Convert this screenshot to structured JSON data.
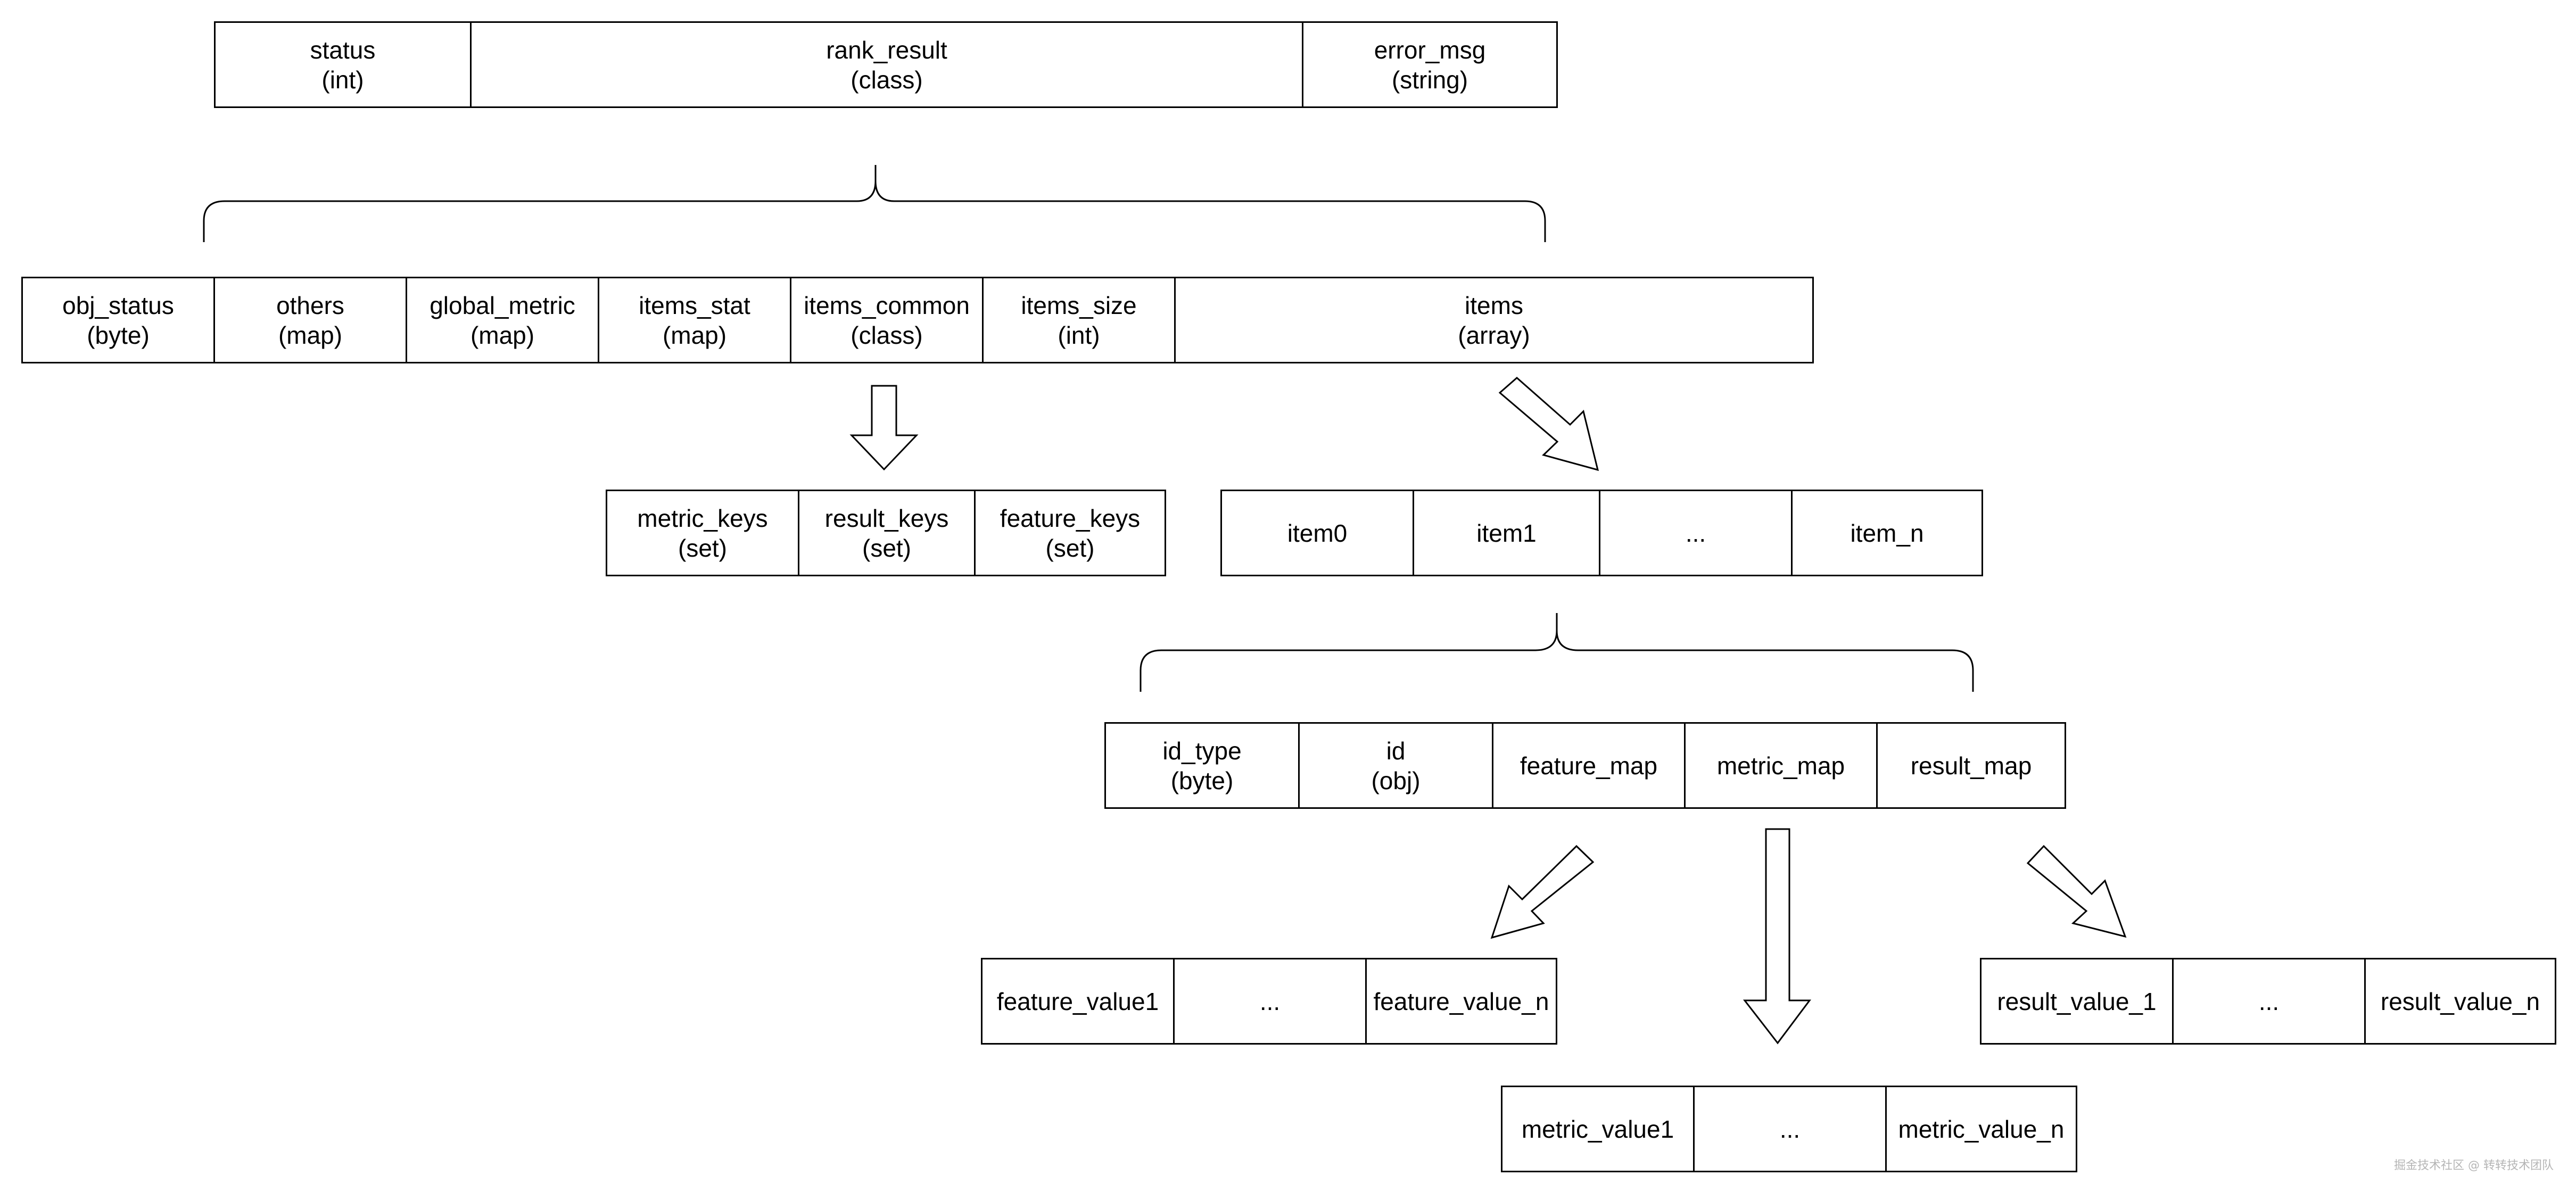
{
  "top": {
    "status": {
      "name": "status",
      "type": "(int)"
    },
    "rank_result": {
      "name": "rank_result",
      "type": "(class)"
    },
    "error_msg": {
      "name": "error_msg",
      "type": "(string)"
    }
  },
  "rank_result_fields": {
    "obj_status": {
      "name": "obj_status",
      "type": "(byte)"
    },
    "others": {
      "name": "others",
      "type": "(map)"
    },
    "global_metric": {
      "name": "global_metric",
      "type": "(map)"
    },
    "items_stat": {
      "name": "items_stat",
      "type": "(map)"
    },
    "items_common": {
      "name": "items_common",
      "type": "(class)"
    },
    "items_size": {
      "name": "items_size",
      "type": "(int)"
    },
    "items": {
      "name": "items",
      "type": "(array)"
    }
  },
  "items_common_fields": {
    "metric_keys": {
      "name": "metric_keys",
      "type": "(set)"
    },
    "result_keys": {
      "name": "result_keys",
      "type": "(set)"
    },
    "feature_keys": {
      "name": "feature_keys",
      "type": "(set)"
    }
  },
  "items_array": {
    "item0": "item0",
    "item1": "item1",
    "ellipsis": "...",
    "item_n": "item_n"
  },
  "item_fields": {
    "id_type": {
      "name": "id_type",
      "type": "(byte)"
    },
    "id": {
      "name": "id",
      "type": "(obj)"
    },
    "feature_map": "feature_map",
    "metric_map": "metric_map",
    "result_map": "result_map"
  },
  "feature_values": {
    "first": "feature_value1",
    "ellipsis": "...",
    "last": "feature_value_n"
  },
  "metric_values": {
    "first": "metric_value1",
    "ellipsis": "...",
    "last": "metric_value_n"
  },
  "result_values": {
    "first": "result_value_1",
    "ellipsis": "...",
    "last": "result_value_n"
  },
  "watermark": "掘金技术社区 @ 转转技术团队",
  "colors": {
    "stroke": "#000000",
    "background": "#ffffff",
    "watermark": "#b5b5b5"
  }
}
